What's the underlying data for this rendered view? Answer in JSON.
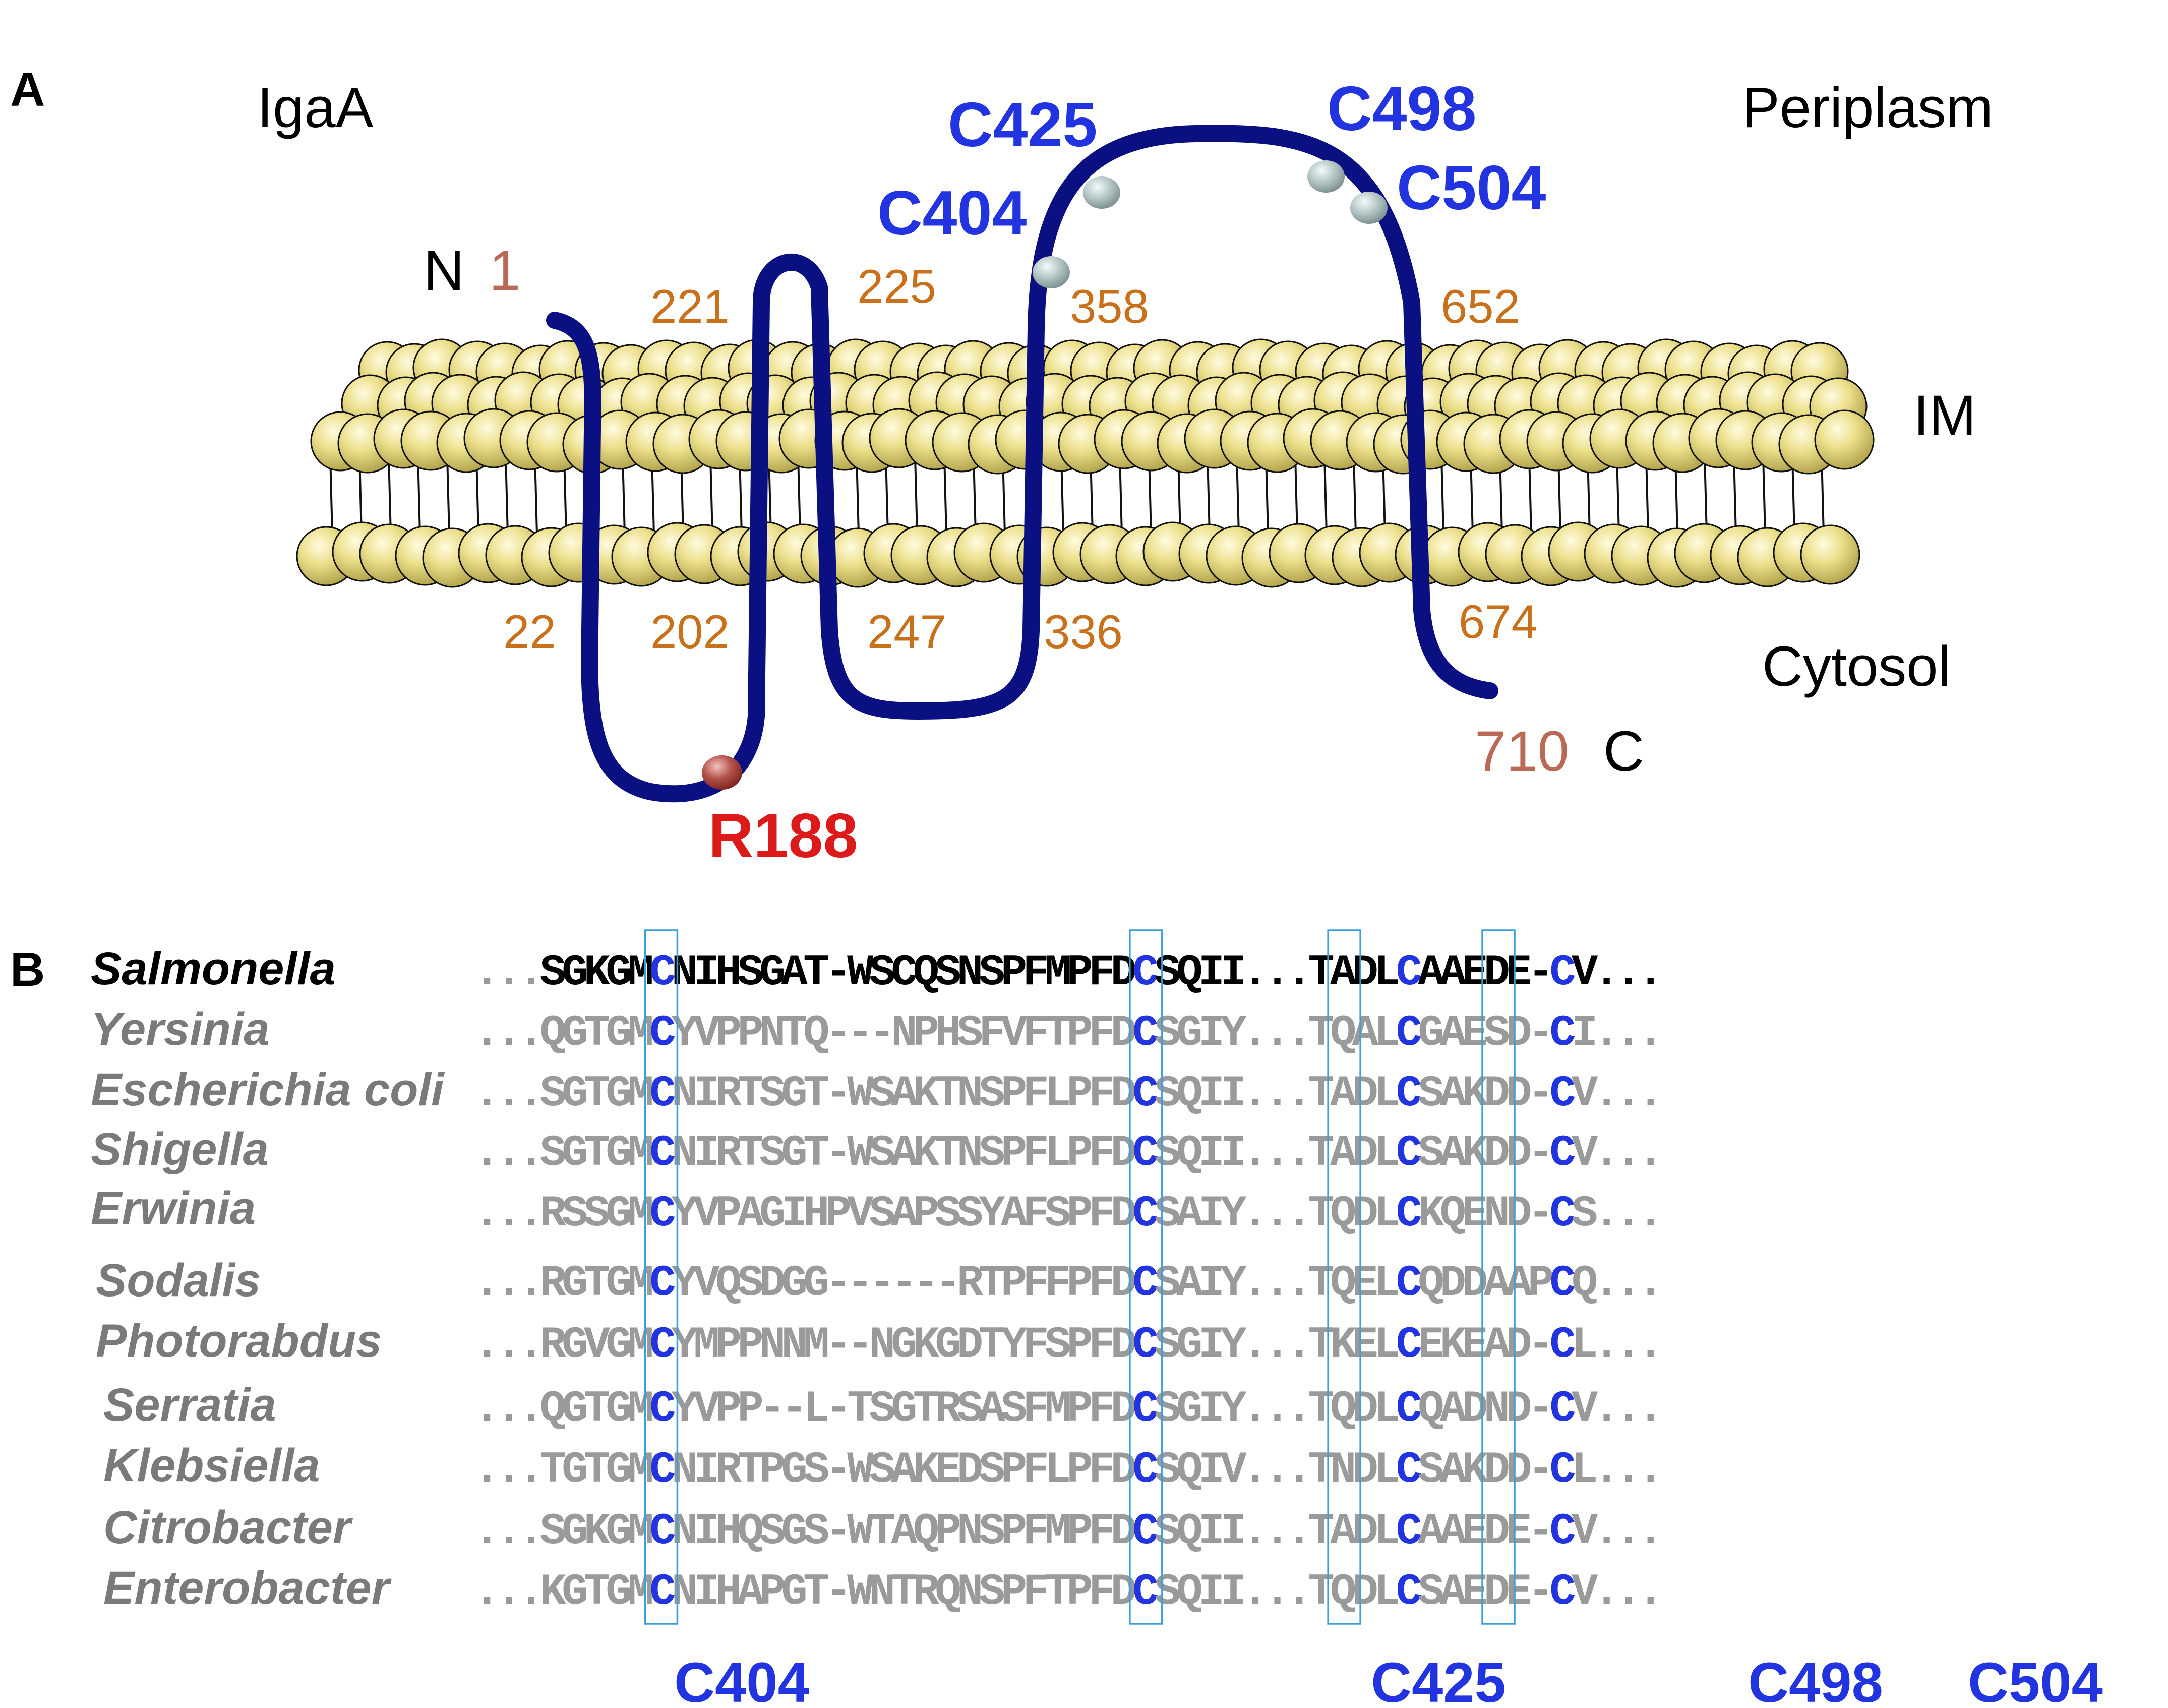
{
  "panel_a": {
    "label": "A",
    "protein": "IgaA",
    "periplasm": "Periplasm",
    "membrane": "IM",
    "cytosol": "Cytosol",
    "n_terminus": "N",
    "n_number": "1",
    "c_terminus": "C",
    "c_number": "710",
    "residues": [
      "221",
      "225",
      "358",
      "652",
      "22",
      "202",
      "247",
      "336",
      "674"
    ],
    "cysteines": [
      "C404",
      "C425",
      "C498",
      "C504"
    ],
    "mutation": "R188"
  },
  "panel_b": {
    "label": "B",
    "organisms": [
      {
        "name": "Salmonella",
        "parts": [
          "SGKGM",
          "NIHSGAT-WSCQSNSPFMPFD",
          "SQII",
          "TADL",
          "AAEDE-",
          "V"
        ]
      },
      {
        "name": "Yersinia",
        "parts": [
          "QGTGM",
          "YVPPNTQ---NPHSFVFTPFD",
          "SGIY",
          "TQAL",
          "GAESD-",
          "I"
        ]
      },
      {
        "name": "Escherichia coli",
        "parts": [
          "SGTGM",
          "NIRTSGT-WSAKTNSPFLPFD",
          "SQII",
          "TADL",
          "SAKDD-",
          "V"
        ]
      },
      {
        "name": "Shigella",
        "parts": [
          "SGTGM",
          "NIRTSGT-WSAKTNSPFLPFD",
          "SQII",
          "TADL",
          "SAKDD-",
          "V"
        ]
      },
      {
        "name": "Erwinia",
        "parts": [
          "RSSGM",
          "YVPAGIHPVSAPSSYAFSPFD",
          "SAIY",
          "TQDL",
          "KQEND-",
          "S"
        ]
      },
      {
        "name": "Sodalis",
        "parts": [
          "RGTGM",
          "YVQSDGG------RTPFFPFD",
          "SAIY",
          "TQEL",
          "QDDAAP",
          "Q"
        ]
      },
      {
        "name": "Photorabdus",
        "parts": [
          "RGVGM",
          "YMPPNNM--NGKGDTYFSPFD",
          "SGIY",
          "TKEL",
          "EKEAD-",
          "L"
        ]
      },
      {
        "name": "Serratia",
        "parts": [
          "QGTGM",
          "YVPP--L-TSGTRSASFMPFD",
          "SGIY",
          "TQDL",
          "QADND-",
          "V"
        ]
      },
      {
        "name": "Klebsiella",
        "parts": [
          "TGTGM",
          "NIRTPGS-WSAKEDSPFLPFD",
          "SQIV",
          "TNDL",
          "SAKDD-",
          "L"
        ]
      },
      {
        "name": "Citrobacter",
        "parts": [
          "SGKGM",
          "NIHQSGS-WTAQPNSPFMPFD",
          "SQII",
          "TADL",
          "AAEDE-",
          "V"
        ]
      },
      {
        "name": "Enterobacter",
        "parts": [
          "KGTGM",
          "NIHAPGT-WNTRQNSPFTPFD",
          "SQII",
          "TQDL",
          "SAEDE-",
          "V"
        ]
      }
    ],
    "ellipsis": "...",
    "conserved_residue": "C",
    "column_labels": [
      "C404",
      "C425",
      "C498",
      "C504"
    ]
  },
  "colors": {
    "backbone": "#0a0f82",
    "lipid_head": "#e3d680",
    "cysteine": "#2233e0",
    "residue_number": "#c8711a",
    "terminus_number": "#b86a56",
    "mutation": "#dd1a1a",
    "seq_gray": "#9a9a9a",
    "name_gray": "#7a7a7a",
    "box": "#3aa0d8"
  }
}
